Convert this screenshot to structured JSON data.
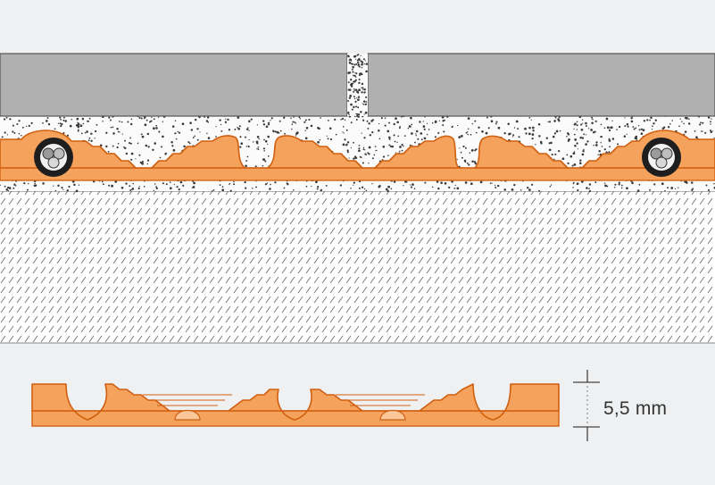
{
  "diagram": {
    "dimension_label": "5,5 mm",
    "colors": {
      "background": "#eef0f2",
      "tile": "#b0b0b1",
      "orange": "#f5a35c",
      "orange_light": "#f9c79a",
      "outline": "#d05f10",
      "stroke": "#555555",
      "cable": "#1e1e1e",
      "speckle": "#3a3a3a"
    },
    "layers": [
      "tile",
      "tile-adhesive",
      "heating-mat",
      "cable",
      "substrate",
      "detail-section"
    ]
  }
}
